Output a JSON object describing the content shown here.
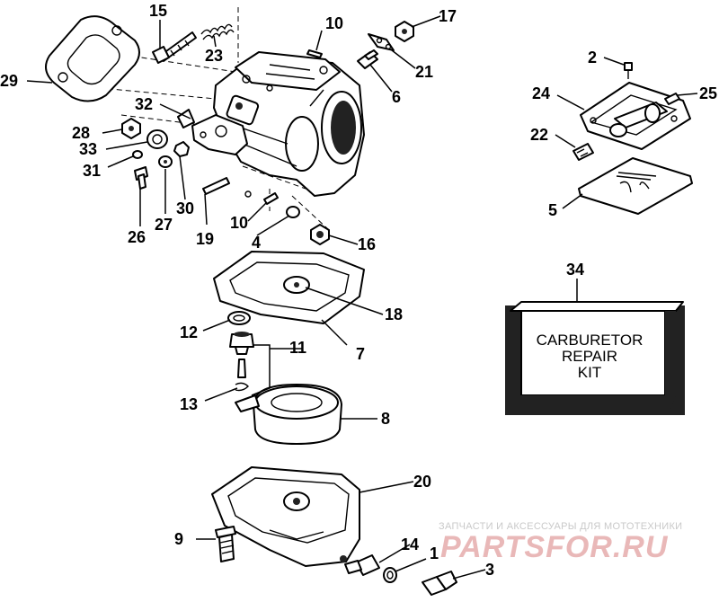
{
  "labels": {
    "l1": "1",
    "l2": "2",
    "l3": "3",
    "l4": "4",
    "l5": "5",
    "l6": "6",
    "l7": "7",
    "l8": "8",
    "l9": "9",
    "l10a": "10",
    "l10b": "10",
    "l11": "11",
    "l12": "12",
    "l13": "13",
    "l14": "14",
    "l15": "15",
    "l16": "16",
    "l17": "17",
    "l18": "18",
    "l19": "19",
    "l20": "20",
    "l21": "21",
    "l22": "22",
    "l23": "23",
    "l24": "24",
    "l25": "25",
    "l26": "26",
    "l27": "27",
    "l28": "28",
    "l29": "29",
    "l30": "30",
    "l31": "31",
    "l32": "32",
    "l33": "33",
    "l34": "34"
  },
  "kit_box": {
    "line1": "CARBURETOR",
    "line2": "REPAIR",
    "line3": "KIT"
  },
  "watermark": {
    "caption": "ЗАПЧАСТИ И АКСЕССУАРЫ ДЛЯ МОТОТЕХНИКИ",
    "logo": "PARTSFOR.RU"
  }
}
